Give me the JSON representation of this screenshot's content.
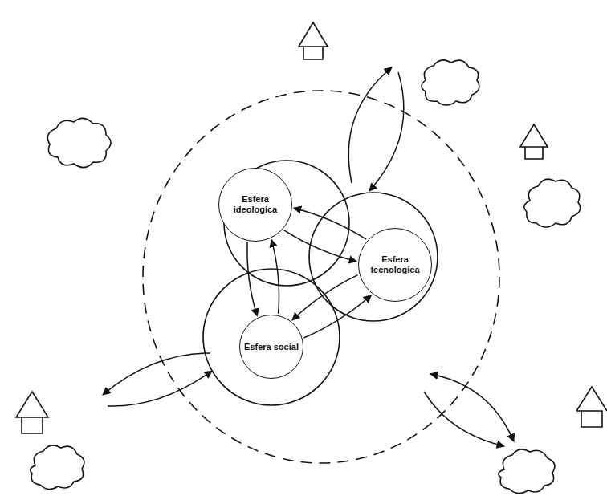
{
  "diagram": {
    "nodes": [
      {
        "text": [
          "Esfera ideologica"
        ]
      },
      {
        "text": [
          "Esfera tecnologica"
        ]
      },
      {
        "text": [
          "Esfera social"
        ]
      }
    ],
    "edges": [
      {
        "from": 0,
        "to": 2,
        "arrow": "to"
      },
      {
        "from": 2,
        "to": 0,
        "arrow": "to"
      },
      {
        "from": 0,
        "to": 1,
        "arrow": "to"
      },
      {
        "from": 1,
        "to": 0,
        "arrow": "to"
      },
      {
        "from": 1,
        "to": 2,
        "arrow": "to"
      },
      {
        "from": 2,
        "to": 1,
        "arrow": "to"
      }
    ]
  }
}
